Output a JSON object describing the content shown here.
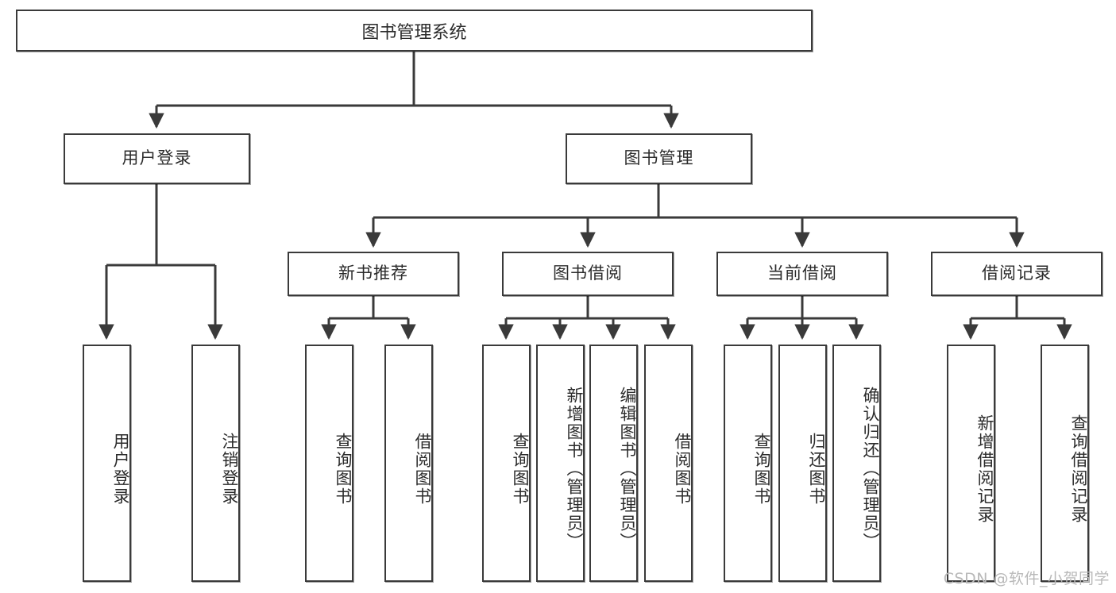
{
  "diagram": {
    "title": "图书管理系统",
    "type": "tree-hierarchy",
    "root": {
      "label": "图书管理系统"
    },
    "level2": [
      {
        "label": "用户登录"
      },
      {
        "label": "图书管理"
      }
    ],
    "level3": [
      {
        "label": "新书推荐"
      },
      {
        "label": "图书借阅"
      },
      {
        "label": "当前借阅"
      },
      {
        "label": "借阅记录"
      }
    ],
    "leaves": [
      {
        "label": "用户登录",
        "parent": "用户登录"
      },
      {
        "label": "注销登录",
        "parent": "用户登录"
      },
      {
        "label": "查询图书",
        "parent": "新书推荐"
      },
      {
        "label": "借阅图书",
        "parent": "新书推荐"
      },
      {
        "label": "查询图书",
        "parent": "图书借阅"
      },
      {
        "label": "新增图书（管理员）",
        "parent": "图书借阅"
      },
      {
        "label": "编辑图书（管理员）",
        "parent": "图书借阅"
      },
      {
        "label": "借阅图书",
        "parent": "图书借阅"
      },
      {
        "label": "查询图书",
        "parent": "当前借阅"
      },
      {
        "label": "归还图书",
        "parent": "当前借阅"
      },
      {
        "label": "确认归还（管理员）",
        "parent": "当前借阅"
      },
      {
        "label": "新增借阅记录",
        "parent": "借阅记录"
      },
      {
        "label": "查询借阅记录",
        "parent": "借阅记录"
      }
    ]
  },
  "watermark": {
    "text": "CSDN @软件_小贺同学"
  },
  "colors": {
    "stroke": "#3a3a3a",
    "box_fill": "#ffffff",
    "text": "#2b2b2b",
    "watermark": "#b9b9b9"
  }
}
